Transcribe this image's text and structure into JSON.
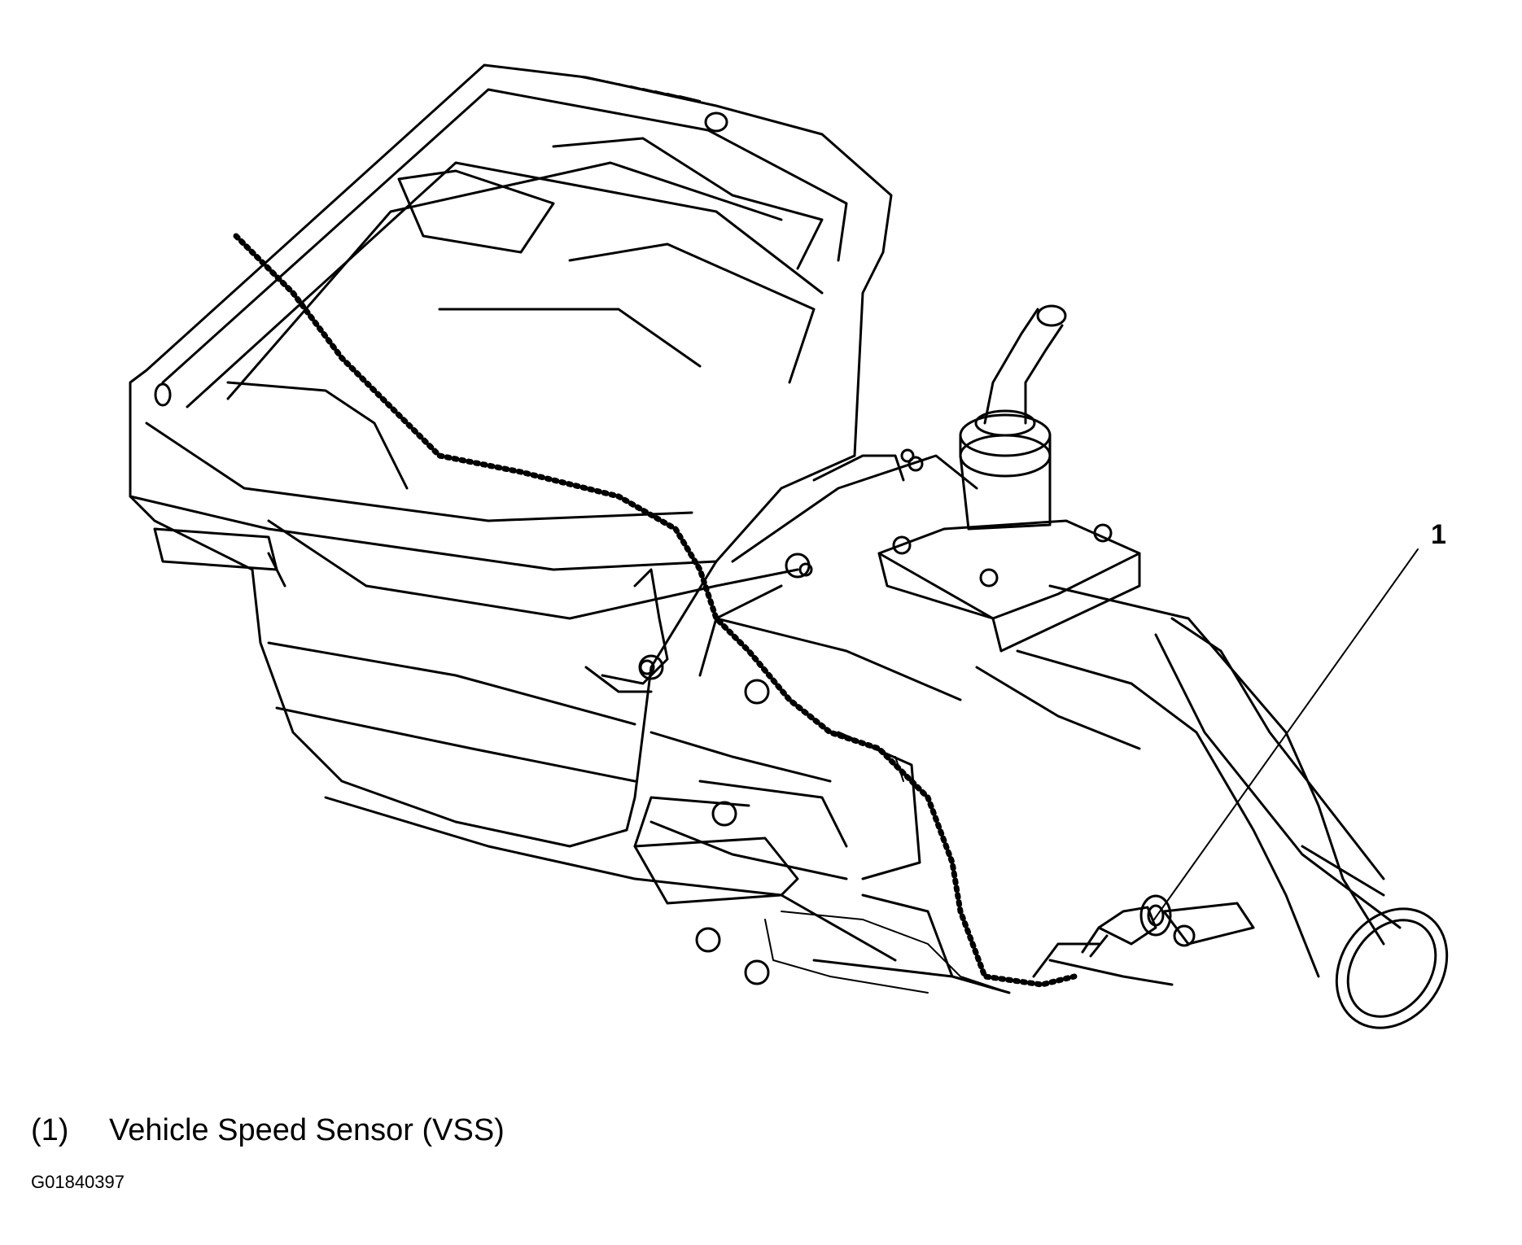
{
  "callout": {
    "number": "1"
  },
  "legend": {
    "ref": "(1)",
    "label": "Vehicle Speed Sensor (VSS)"
  },
  "figure_id": "G01840397",
  "colors": {
    "line": "#000000",
    "background": "#ffffff"
  }
}
